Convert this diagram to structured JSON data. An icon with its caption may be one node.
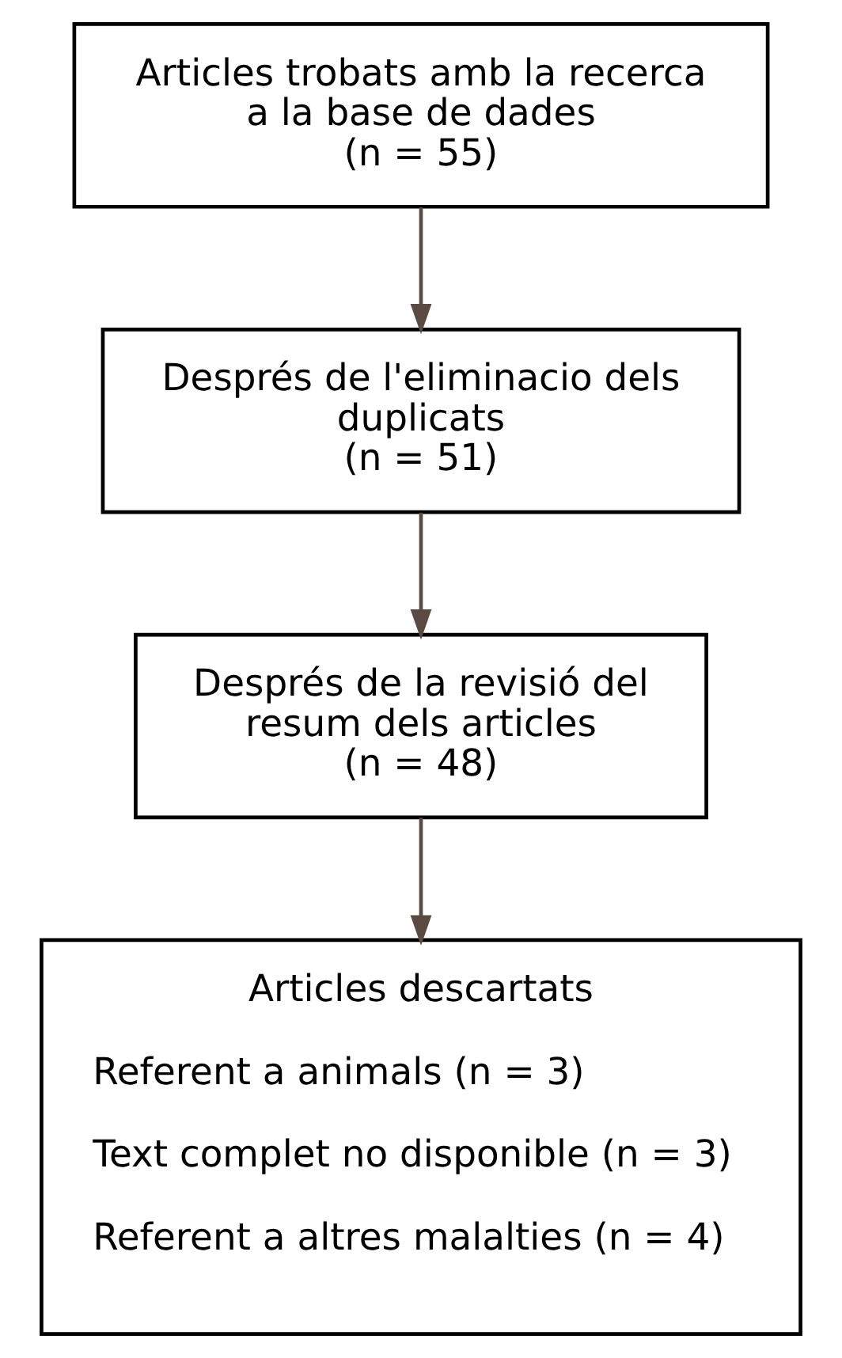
{
  "diagram": {
    "nodes": [
      {
        "text": [
          "Articles trobats amb la recerca a la base de dades",
          "(n = 55)"
        ]
      },
      {
        "text": [
          "Després de l'eliminacio dels duplicats",
          "(n = 51)"
        ]
      },
      {
        "text": [
          "Després de la revisió del resum dels articles",
          "(n = 48)"
        ]
      },
      {
        "text": [
          "Articles descartats",
          "Referent a animals (n = 3)",
          "Text complet no disponible (n = 3)",
          "Referent a altres malalties (n = 4)"
        ]
      }
    ],
    "edges": [
      {
        "from": 0,
        "to": 1,
        "arrow": "to"
      },
      {
        "from": 1,
        "to": 2,
        "arrow": "to"
      },
      {
        "from": 2,
        "to": 3,
        "arrow": "to"
      }
    ]
  }
}
